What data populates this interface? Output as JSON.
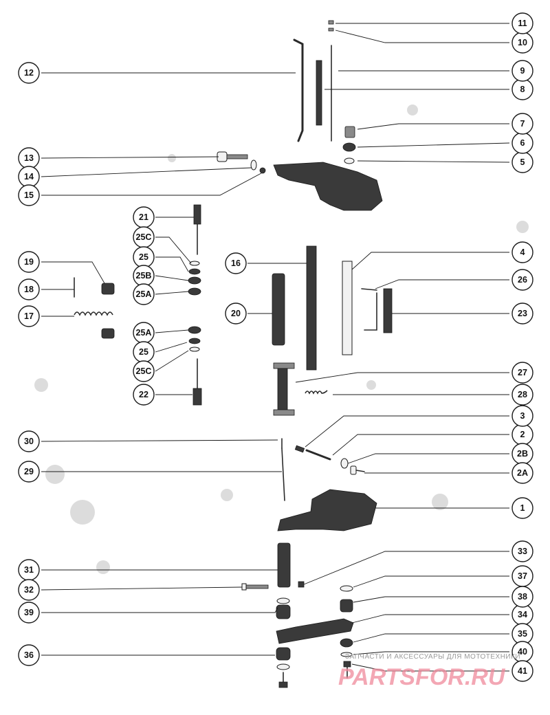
{
  "diagram": {
    "callouts": [
      {
        "label": "1"
      },
      {
        "label": "2"
      },
      {
        "label": "2B"
      },
      {
        "label": "2A"
      },
      {
        "label": "3"
      },
      {
        "label": "4"
      },
      {
        "label": "5"
      },
      {
        "label": "6"
      },
      {
        "label": "7"
      },
      {
        "label": "8"
      },
      {
        "label": "9"
      },
      {
        "label": "10"
      },
      {
        "label": "11"
      },
      {
        "label": "12"
      },
      {
        "label": "13"
      },
      {
        "label": "14"
      },
      {
        "label": "15"
      },
      {
        "label": "16"
      },
      {
        "label": "17"
      },
      {
        "label": "18"
      },
      {
        "label": "19"
      },
      {
        "label": "20"
      },
      {
        "label": "21"
      },
      {
        "label": "22"
      },
      {
        "label": "23"
      },
      {
        "label": "25C"
      },
      {
        "label": "25"
      },
      {
        "label": "25B"
      },
      {
        "label": "25A"
      },
      {
        "label": "25A"
      },
      {
        "label": "25"
      },
      {
        "label": "25C"
      },
      {
        "label": "26"
      },
      {
        "label": "27"
      },
      {
        "label": "28"
      },
      {
        "label": "29"
      },
      {
        "label": "30"
      },
      {
        "label": "31"
      },
      {
        "label": "32"
      },
      {
        "label": "33"
      },
      {
        "label": "34"
      },
      {
        "label": "35"
      },
      {
        "label": "36"
      },
      {
        "label": "37"
      },
      {
        "label": "38"
      },
      {
        "label": "39"
      },
      {
        "label": "40"
      },
      {
        "label": "41"
      }
    ]
  },
  "watermark": {
    "tagline": "ЗАПЧАСТИ И АКСЕССУАРЫ ДЛЯ МОТОТЕХНИКИ",
    "logo": "PARTSFOR.RU",
    "logo_color": "#f08a9c"
  }
}
